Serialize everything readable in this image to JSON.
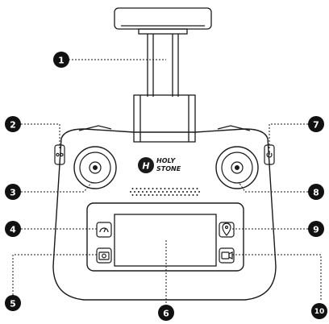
{
  "brand": {
    "line1": "HOLY",
    "line2": "STONE"
  },
  "callouts": [
    {
      "id": "1",
      "label": "1"
    },
    {
      "id": "2",
      "label": "2"
    },
    {
      "id": "3",
      "label": "3"
    },
    {
      "id": "4",
      "label": "4"
    },
    {
      "id": "5",
      "label": "5"
    },
    {
      "id": "6",
      "label": "6"
    },
    {
      "id": "7",
      "label": "7"
    },
    {
      "id": "8",
      "label": "8"
    },
    {
      "id": "9",
      "label": "9"
    },
    {
      "id": "10",
      "label": "10"
    }
  ],
  "icons": {
    "top_left_button": "flight-mode-icon",
    "top_right_button": "power-icon",
    "left_upper_button": "return-home-icon",
    "left_lower_button": "camera-icon",
    "right_upper_button": "location-icon",
    "right_lower_button": "video-icon"
  },
  "colors": {
    "line": "#1a1a1a",
    "callout_fill": "#111111",
    "background": "#ffffff"
  }
}
